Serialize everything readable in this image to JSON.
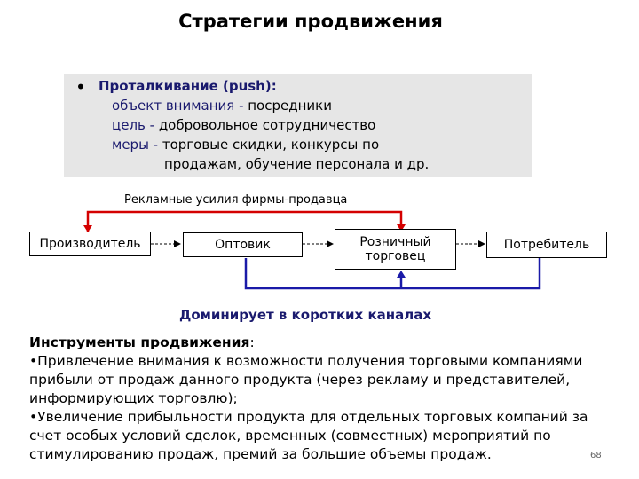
{
  "title": "Стратегии продвижения",
  "push": {
    "bullet": "•",
    "heading": "Проталкивание (push):",
    "lines": [
      {
        "label": "объект внимания -",
        "text": " посредники"
      },
      {
        "label": "цель -",
        "text": " добровольное сотрудничество"
      },
      {
        "label": "меры -",
        "text": " торговые скидки, конкурсы по"
      },
      {
        "label": "",
        "text": "продажам, обучение персонала и др."
      }
    ]
  },
  "diagram": {
    "ad_effort_label": "Рекламные усилия фирмы-продавца",
    "nodes": [
      "Производитель",
      "Оптовик",
      "Розничный торговец",
      "Потребитель"
    ],
    "caption": "Доминирует в коротких каналах",
    "colors": {
      "red": "#d40000",
      "blue": "#1a1aa8",
      "dashed": "#000000"
    }
  },
  "tools": {
    "heading": "Инструменты продвижения",
    "heading_suffix": ":",
    "items": [
      "•Привлечение внимания к возможности получения торговыми компаниями прибыли от продаж данного продукта (через рекламу и представителей, информирующих торговлю);",
      "•Увеличение прибыльности продукта для отдельных торговых компаний за счет особых условий сделок, временных (совместных) мероприятий по стимулированию продаж, премий за большие объемы продаж."
    ]
  },
  "slide_number": "68"
}
